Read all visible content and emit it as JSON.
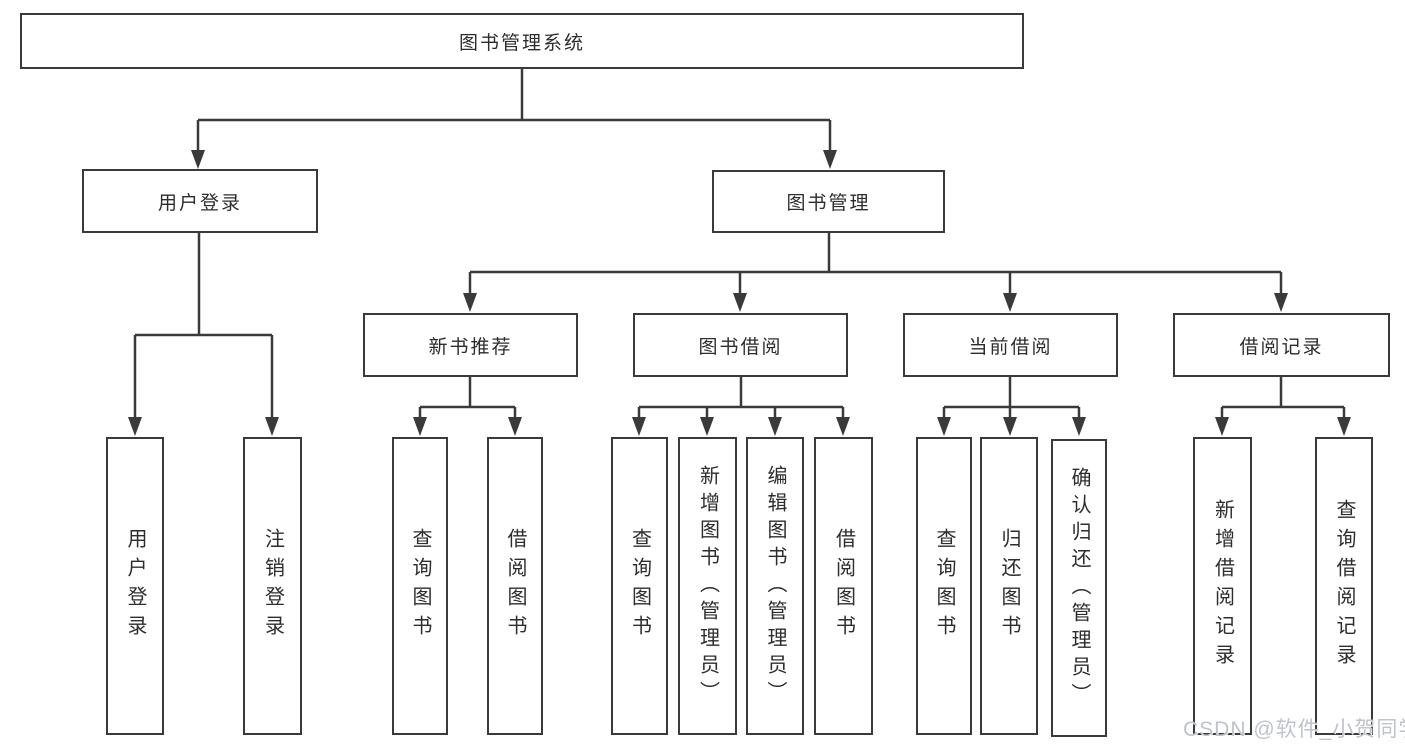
{
  "colors": {
    "line": "#3a3a3a",
    "box_border": "#3a3a3a",
    "text": "#2d2d2d",
    "watermark": "#bfc4cb",
    "background": "#ffffff"
  },
  "tree": {
    "label": "图书管理系统",
    "children": [
      {
        "label": "用户登录",
        "children": [
          {
            "label": "用户登录"
          },
          {
            "label": "注销登录"
          }
        ]
      },
      {
        "label": "图书管理",
        "children": [
          {
            "label": "新书推荐",
            "children": [
              {
                "label": "查询图书"
              },
              {
                "label": "借阅图书"
              }
            ]
          },
          {
            "label": "图书借阅",
            "children": [
              {
                "label": "查询图书"
              },
              {
                "label": "新增图书（管理员）"
              },
              {
                "label": "编辑图书（管理员）"
              },
              {
                "label": "借阅图书"
              }
            ]
          },
          {
            "label": "当前借阅",
            "children": [
              {
                "label": "查询图书"
              },
              {
                "label": "归还图书"
              },
              {
                "label": "确认归还（管理员）"
              }
            ]
          },
          {
            "label": "借阅记录",
            "children": [
              {
                "label": "新增借阅记录"
              },
              {
                "label": "查询借阅记录"
              }
            ]
          }
        ]
      }
    ]
  },
  "watermark": {
    "text": "CSDN @软件_小贺同学"
  }
}
